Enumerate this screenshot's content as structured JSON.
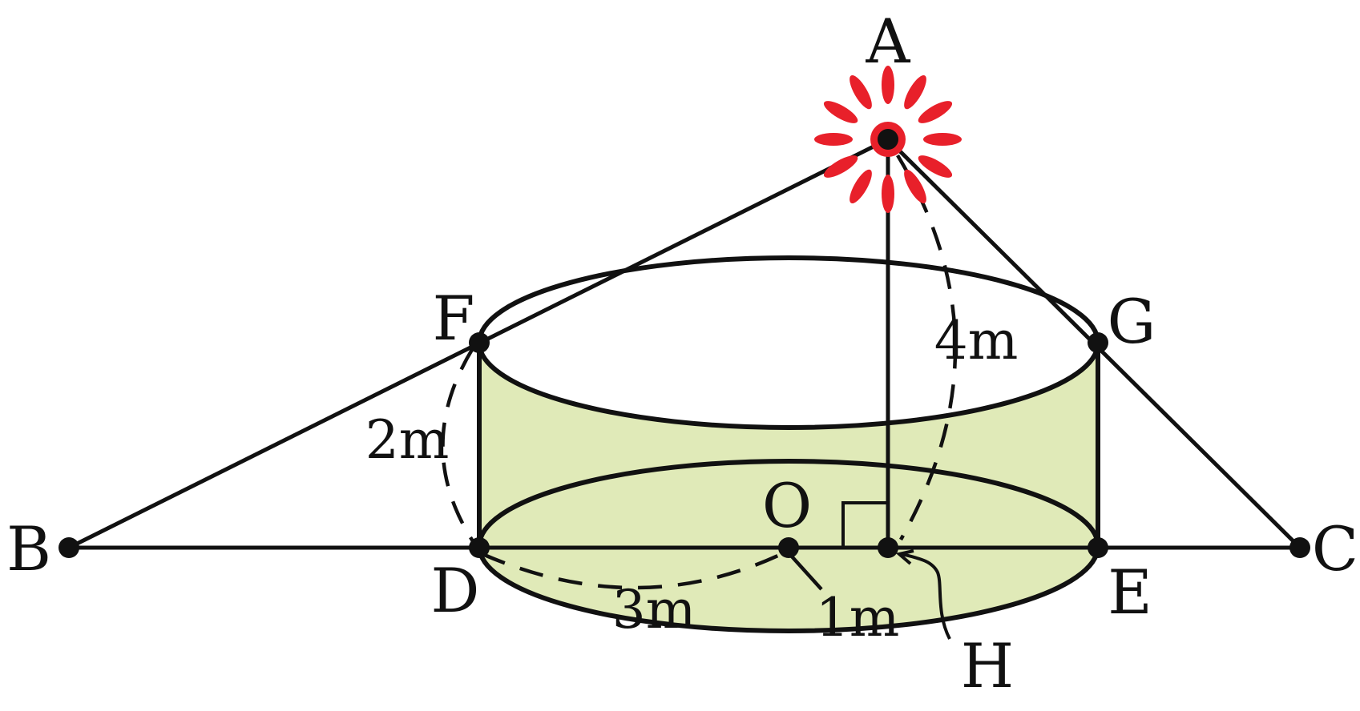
{
  "diagram": {
    "points": {
      "A": "A",
      "B": "B",
      "C": "C",
      "D": "D",
      "E": "E",
      "F": "F",
      "G": "G",
      "H": "H",
      "O": "O"
    },
    "measurements": {
      "height_FD": "2m",
      "height_AH": "4m",
      "radius_DO": "3m",
      "distance_OH": "1m"
    },
    "colors": {
      "cylinder_fill": "#e0eab8",
      "light_rays": "#e8202a",
      "lines": "#111111"
    },
    "icons": {
      "light_source": "light-burst-icon",
      "right_angle": "right-angle-marker"
    }
  }
}
